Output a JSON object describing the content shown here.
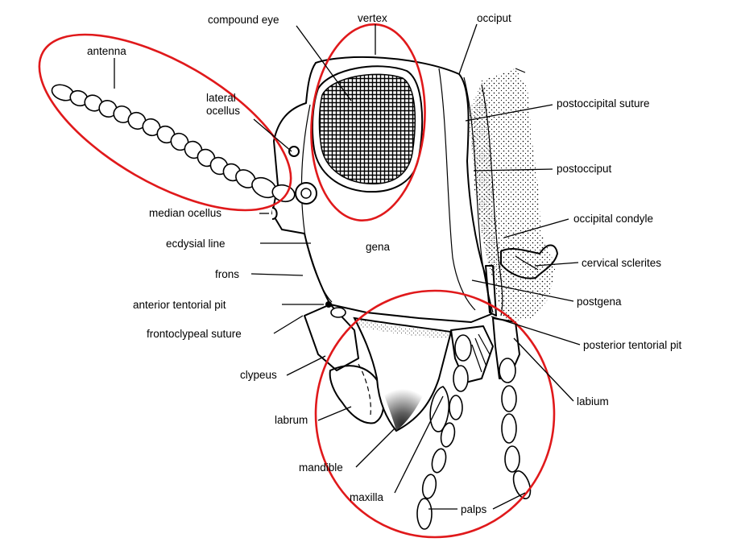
{
  "labels": {
    "compound_eye": "compound eye",
    "vertex": "vertex",
    "occiput": "occiput",
    "antenna": "antenna",
    "lateral_ocellus_1": "lateral",
    "lateral_ocellus_2": "ocellus",
    "postoccipital_suture": "postoccipital suture",
    "postocciput": "postocciput",
    "occipital_condyle": "occipital condyle",
    "median_ocellus": "median ocellus",
    "ecdysial_line": "ecdysial line",
    "gena": "gena",
    "cervical_sclerites": "cervical sclerites",
    "frons": "frons",
    "postgena": "postgena",
    "anterior_tentorial_pit": "anterior tentorial pit",
    "frontoclypeal_suture": "frontoclypeal suture",
    "posterior_tentorial_pit": "posterior tentorial pit",
    "clypeus": "clypeus",
    "labium": "labium",
    "labrum": "labrum",
    "mandible": "mandible",
    "maxilla": "maxilla",
    "palps": "palps"
  },
  "colors": {
    "highlight": "#e0191b",
    "ink": "#000000"
  }
}
